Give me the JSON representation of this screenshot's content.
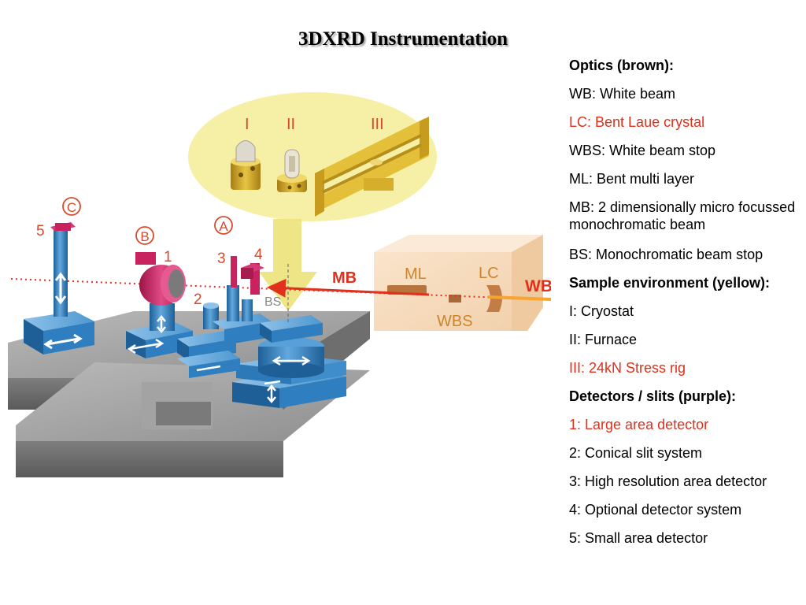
{
  "slide": {
    "title": "3DXRD Instrumentation"
  },
  "legend": [
    {
      "text": "Optics (brown):",
      "style": "bold"
    },
    {
      "text": "WB: White beam",
      "style": "normal"
    },
    {
      "text": "LC: Bent Laue crystal",
      "style": "red"
    },
    {
      "text": "WBS: White beam stop",
      "style": "normal"
    },
    {
      "text": "ML: Bent multi layer",
      "style": "normal"
    },
    {
      "text": "MB: 2 dimensionally micro focussed monochromatic beam",
      "style": "normal"
    },
    {
      "text": "BS: Monochromatic beam stop",
      "style": "normal"
    },
    {
      "text": "Sample environment (yellow):",
      "style": "bold"
    },
    {
      "text": "I: Cryostat",
      "style": "normal"
    },
    {
      "text": "II: Furnace",
      "style": "normal"
    },
    {
      "text": "III: 24kN Stress rig",
      "style": "red"
    },
    {
      "text": "Detectors / slits (purple):",
      "style": "bold"
    },
    {
      "text": "1: Large area detector",
      "style": "red"
    },
    {
      "text": "2: Conical slit system",
      "style": "normal"
    },
    {
      "text": "3: High resolution area detector",
      "style": "normal"
    },
    {
      "text": "4: Optional detector system",
      "style": "normal"
    },
    {
      "text": "5: Small area detector",
      "style": "normal"
    }
  ],
  "diagram": {
    "env_labels": {
      "i": "I",
      "ii": "II",
      "iii": "III"
    },
    "optics_labels": {
      "ml": "ML",
      "lc": "LC",
      "wbs": "WBS",
      "wb": "WB",
      "mb": "MB",
      "bs": "BS"
    },
    "detector_labels": {
      "c": "C",
      "b": "B",
      "a": "A",
      "n1": "1",
      "n2": "2",
      "n3": "3",
      "n4": "4",
      "n5": "5"
    },
    "colors": {
      "stage_blue": "#2f7fc0",
      "detector_magenta": "#c8235e",
      "sample_yellow": "#f6f0a6",
      "optics_box": "#f6dcc0",
      "beam_red": "#e1301b",
      "granite": "#8c8c8c"
    }
  }
}
